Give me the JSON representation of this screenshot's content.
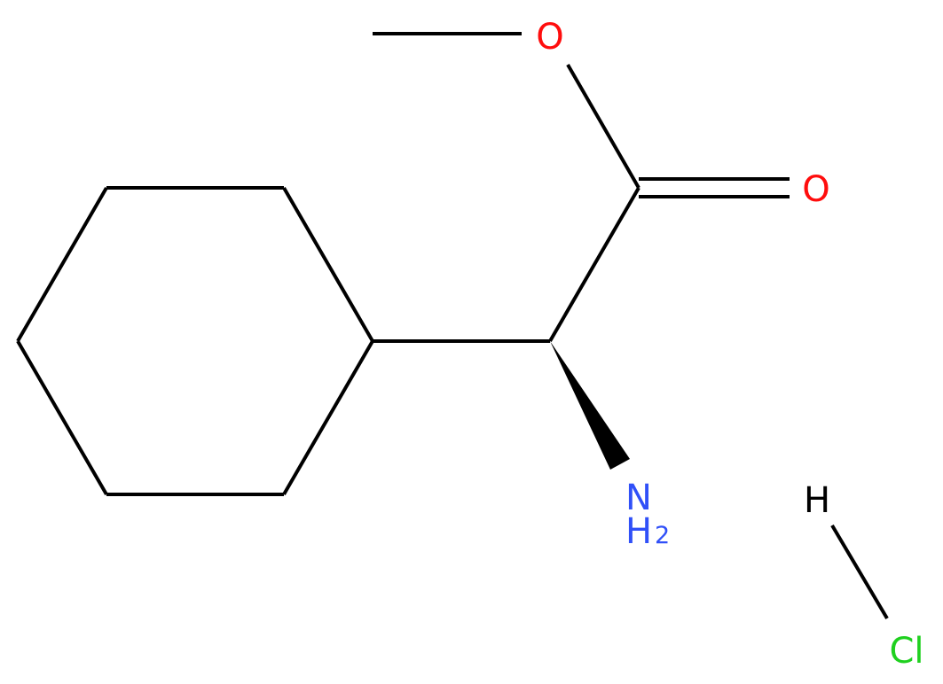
{
  "molecule": {
    "atoms": {
      "o_ether": {
        "label": "O",
        "color": "#ff0d0d"
      },
      "o_carbonyl": {
        "label": "O",
        "color": "#ff0d0d"
      },
      "nh2": {
        "label": "N",
        "h": "H",
        "sub": "2",
        "color": "#3050f8"
      },
      "h": {
        "label": "H",
        "color": "#000000"
      },
      "cl": {
        "label": "Cl",
        "color": "#1fd01f"
      }
    },
    "bond_color": "#000000"
  }
}
